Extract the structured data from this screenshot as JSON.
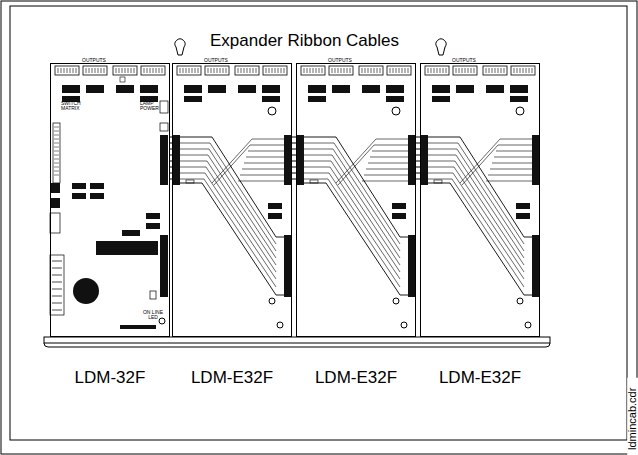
{
  "diagram": {
    "title": "Expander Ribbon Cables",
    "nodes": [
      {
        "text": [
          "LDM-32F"
        ]
      },
      {
        "text": [
          "LDM-E32F"
        ]
      },
      {
        "text": [
          "LDM-E32F"
        ]
      },
      {
        "text": [
          "LDM-E32F"
        ]
      }
    ],
    "edges": [
      {
        "from": 0,
        "to": 1,
        "arrow": "none"
      },
      {
        "from": 1,
        "to": 2,
        "arrow": "none"
      },
      {
        "from": 2,
        "to": 3,
        "arrow": "none"
      }
    ],
    "labels": [
      "ldmincab.cdr",
      "OUTPUTS",
      "OUTPUTS",
      "OUTPUTS",
      "OUTPUTS",
      "SWITCH MATRIX",
      "LAMP POWER",
      "ON LINE LED"
    ]
  }
}
